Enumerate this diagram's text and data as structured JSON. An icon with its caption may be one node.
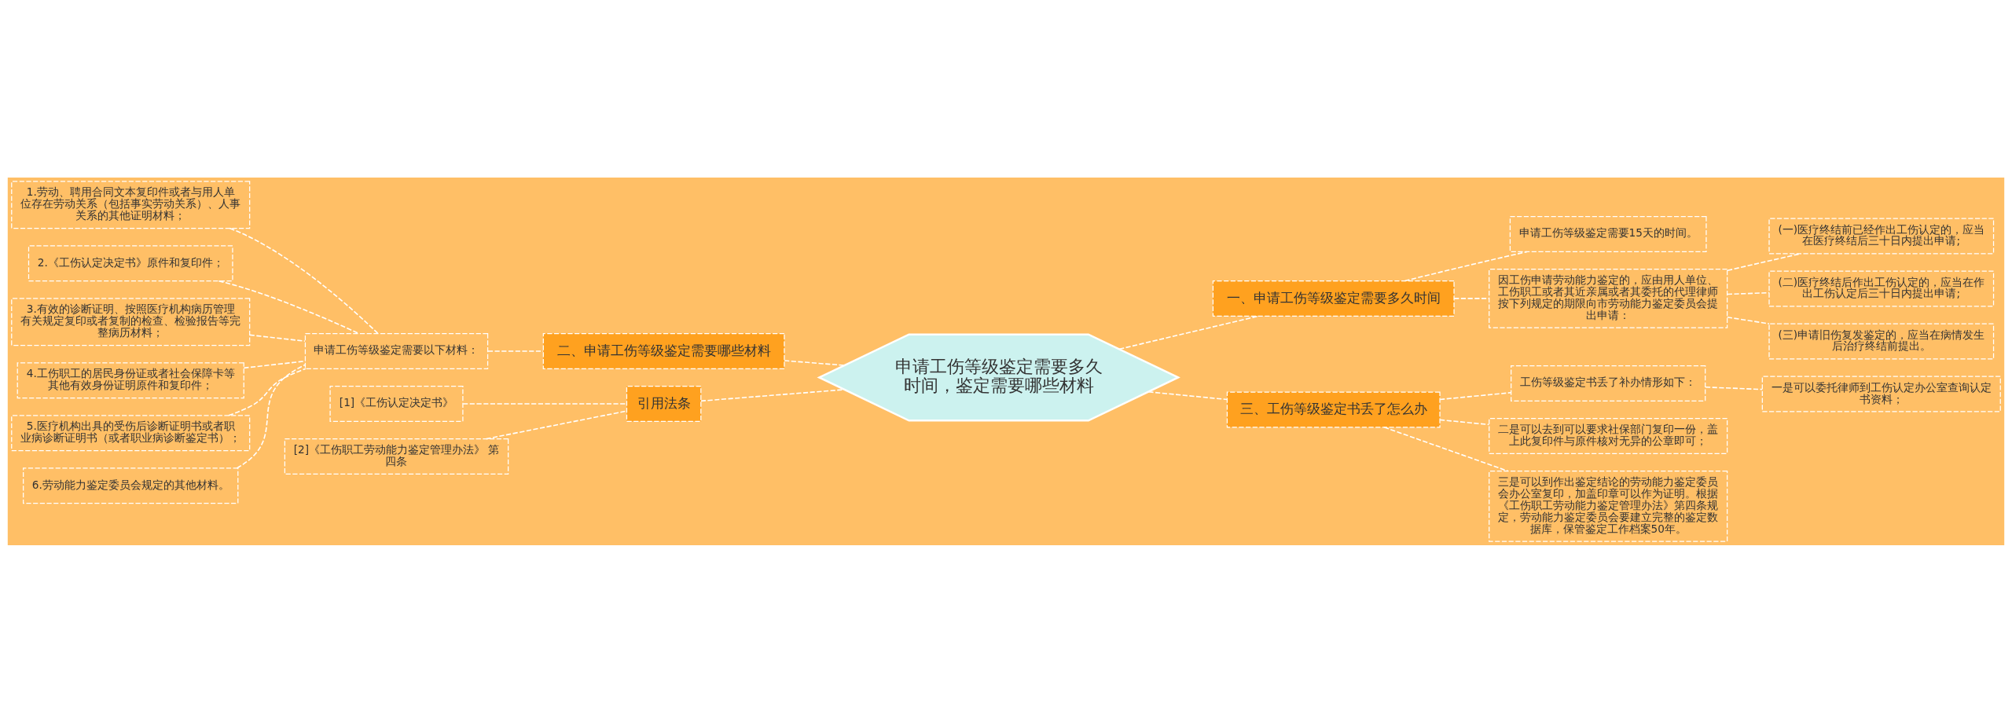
{
  "diagram": {
    "nodes": [
      {
        "text": [
          "申请工伤等级鉴定需要多久时间，鉴定需要哪些材料"
        ]
      },
      {
        "text": [
          "一、申请工伤等级鉴定需要多久时间"
        ]
      },
      {
        "text": [
          "申请工伤等级鉴定需要15天的时间。"
        ]
      },
      {
        "text": [
          "因工伤申请劳动能力鉴定的，应由用人单位、工伤职工或者其近亲属或者其委托的代理律师按下列规定的期限向市劳动能力鉴定委员会提出申请："
        ]
      },
      {
        "text": [
          "(一)医疗终结前已经作出工伤认定的，应当在医疗终结后三十日内提出申请;"
        ]
      },
      {
        "text": [
          "(二)医疗终结后作出工伤认定的，应当在作出工伤认定后三十日内提出申请;"
        ]
      },
      {
        "text": [
          "(三)申请旧伤复发鉴定的，应当在病情发生后治疗终结前提出。"
        ]
      },
      {
        "text": [
          "三、工伤等级鉴定书丢了怎么办"
        ]
      },
      {
        "text": [
          "工伤等级鉴定书丢了补办情形如下："
        ]
      },
      {
        "text": [
          "一是可以委托律师到工伤认定办公室查询认定书资料；"
        ]
      },
      {
        "text": [
          "二是可以去到可以要求社保部门复印一份，盖上此复印件与原件核对无异的公章即可；"
        ]
      },
      {
        "text": [
          "三是可以到作出鉴定结论的劳动能力鉴定委员会办公室复印，加盖印章可以作为证明。根据《工伤职工劳动能力鉴定管理办法》第四条规定，劳动能力鉴定委员会要建立完整的鉴定数据库，保管鉴定工作档案50年。"
        ]
      },
      {
        "text": [
          "二、申请工伤等级鉴定需要哪些材料"
        ]
      },
      {
        "text": [
          "申请工伤等级鉴定需要以下材料："
        ]
      },
      {
        "text": [
          "1.劳动、聘用合同文本复印件或者与用人单位存在劳动关系（包括事实劳动关系）、人事关系的其他证明材料；"
        ]
      },
      {
        "text": [
          "2.《工伤认定决定书》原件和复印件；"
        ]
      },
      {
        "text": [
          "3.有效的诊断证明、按照医疗机构病历管理有关规定复印或者复制的检查、检验报告等完整病历材料；"
        ]
      },
      {
        "text": [
          "4.工伤职工的居民身份证或者社会保障卡等其他有效身份证明原件和复印件；"
        ]
      },
      {
        "text": [
          "5.医疗机构出具的受伤后诊断证明书或者职业病诊断证明书（或者职业病诊断鉴定书）；"
        ]
      },
      {
        "text": [
          "6.劳动能力鉴定委员会规定的其他材料。"
        ]
      },
      {
        "text": [
          "引用法条"
        ]
      },
      {
        "text": [
          "[1]《工伤认定决定书》"
        ]
      },
      {
        "text": [
          "[2]《工伤职工劳动能力鉴定管理办法》 第四条"
        ]
      }
    ],
    "edges": [
      {
        "from": 0,
        "to": 1,
        "arrow": "none",
        "style": "dashed"
      },
      {
        "from": 1,
        "to": 2,
        "arrow": "none",
        "style": "dashed"
      },
      {
        "from": 1,
        "to": 3,
        "arrow": "none",
        "style": "dashed"
      },
      {
        "from": 3,
        "to": 4,
        "arrow": "none",
        "style": "dashed"
      },
      {
        "from": 3,
        "to": 5,
        "arrow": "none",
        "style": "dashed"
      },
      {
        "from": 3,
        "to": 6,
        "arrow": "none",
        "style": "dashed"
      },
      {
        "from": 0,
        "to": 7,
        "arrow": "none",
        "style": "dashed"
      },
      {
        "from": 7,
        "to": 8,
        "arrow": "none",
        "style": "dashed"
      },
      {
        "from": 8,
        "to": 9,
        "arrow": "none",
        "style": "dashed"
      },
      {
        "from": 7,
        "to": 10,
        "arrow": "none",
        "style": "dashed"
      },
      {
        "from": 7,
        "to": 11,
        "arrow": "none",
        "style": "dashed"
      },
      {
        "from": 0,
        "to": 12,
        "arrow": "none",
        "style": "dashed"
      },
      {
        "from": 12,
        "to": 13,
        "arrow": "none",
        "style": "dashed"
      },
      {
        "from": 13,
        "to": 14,
        "arrow": "none",
        "style": "dashed"
      },
      {
        "from": 13,
        "to": 15,
        "arrow": "none",
        "style": "dashed"
      },
      {
        "from": 13,
        "to": 16,
        "arrow": "none",
        "style": "dashed"
      },
      {
        "from": 13,
        "to": 17,
        "arrow": "none",
        "style": "dashed"
      },
      {
        "from": 13,
        "to": 18,
        "arrow": "none",
        "style": "dashed"
      },
      {
        "from": 13,
        "to": 19,
        "arrow": "none",
        "style": "dashed"
      },
      {
        "from": 0,
        "to": 20,
        "arrow": "none",
        "style": "dashed"
      },
      {
        "from": 20,
        "to": 21,
        "arrow": "none",
        "style": "dashed"
      },
      {
        "from": 20,
        "to": 22,
        "arrow": "none",
        "style": "dashed"
      }
    ]
  }
}
